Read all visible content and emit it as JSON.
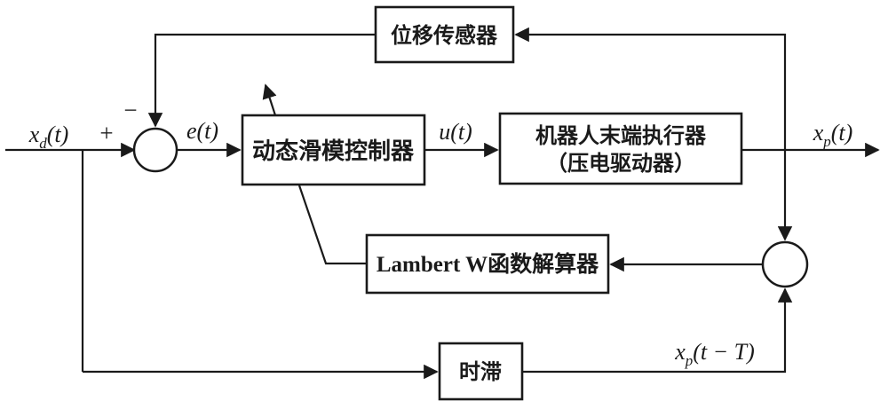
{
  "diagram": {
    "colors": {
      "background": "#ffffff",
      "stroke": "#1a1a1a",
      "box_fill": "#ffffff"
    },
    "blocks": {
      "sensor": {
        "label": "位移传感器"
      },
      "controller": {
        "label": "动态滑模控制器"
      },
      "actuator": {
        "label_line1": "机器人末端执行器",
        "label_line2": "（压电驱动器）"
      },
      "lambert": {
        "label": "Lambert W函数解算器"
      },
      "delay": {
        "label": "时滞"
      }
    },
    "signals": {
      "input": {
        "base": "x",
        "sub": "d",
        "args": "(t)"
      },
      "error": {
        "base": "e",
        "args": "(t)"
      },
      "control": {
        "base": "u",
        "args": "(t)"
      },
      "output": {
        "base": "x",
        "sub": "p",
        "args": "(t)"
      },
      "delayed_output": {
        "base": "x",
        "sub": "p",
        "args": "(t − T)"
      }
    },
    "signs": {
      "plus": "+",
      "minus": "−"
    }
  }
}
